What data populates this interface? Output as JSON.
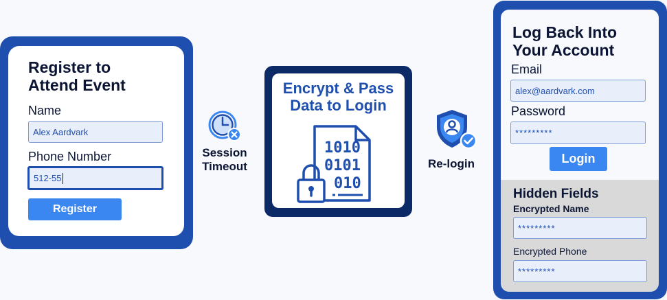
{
  "register": {
    "title_line1": "Register to",
    "title_line2": "Attend Event",
    "name_label": "Name",
    "name_value": "Alex Aardvark",
    "phone_label": "Phone Number",
    "phone_value": "512-55",
    "button": "Register"
  },
  "flow": {
    "timeout_line1": "Session",
    "timeout_line2": "Timeout",
    "relogin": "Re-login"
  },
  "encrypt": {
    "title_line1": "Encrypt & Pass",
    "title_line2": "Data to Login",
    "binary_rows": [
      "1010",
      "0101",
      "010"
    ]
  },
  "login": {
    "title_line1": "Log Back Into",
    "title_line2": "Your Account",
    "email_label": "Email",
    "email_value": "alex@aardvark.com",
    "password_label": "Password",
    "password_value": "*********",
    "button": "Login"
  },
  "hidden": {
    "title": "Hidden Fields",
    "enc_name_label": "Encrypted Name",
    "enc_name_value": "*********",
    "enc_phone_label": "Encrypted Phone",
    "enc_phone_value": "*********"
  },
  "colors": {
    "primary": "#1f4fae",
    "navy": "#0c2a66",
    "button": "#3b87f2",
    "field_bg": "#e8eefa"
  },
  "icons": [
    "clock-timeout-icon",
    "encrypted-file-icon",
    "lock-icon",
    "shield-user-icon",
    "check-badge-icon"
  ]
}
